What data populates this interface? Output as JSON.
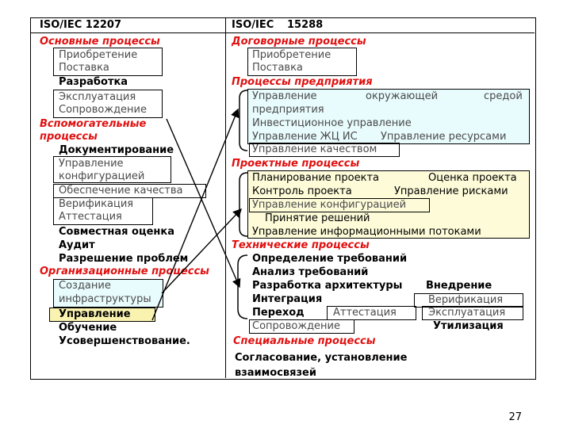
{
  "left": {
    "header": "ISO/IEC 12207",
    "main": {
      "title": "Основные процессы",
      "items": [
        "Приобретение",
        "Поставка",
        "Разработка",
        "Эксплуатация",
        "Сопровождение"
      ]
    },
    "support": {
      "title1": "Вспомогательные",
      "title2": "процессы",
      "items": [
        "Документирование",
        "Управление",
        "конфигурацией",
        "Обеспечение качества",
        "Верификация",
        "Аттестация",
        "Совместная оценка",
        "Аудит",
        "Разрешение проблем"
      ]
    },
    "org": {
      "title": "Организационные процессы",
      "items": [
        "Создание",
        "инфраструктуры",
        "Управление",
        "Обучение",
        "Усовершенствование."
      ]
    }
  },
  "right": {
    "header_a": "ISO/IEC",
    "header_b": "15288",
    "agreement": {
      "title": "Договорные процессы",
      "items": [
        "Приобретение",
        "Поставка"
      ]
    },
    "enterprise": {
      "title": "Процессы предприятия",
      "env_w1": "Управление",
      "env_w2": "окружающей",
      "env_w3": "средой",
      "env_w4": "предприятия",
      "investment": "Инвестиционное управление",
      "lifecycle": "Управление ЖЦ ИС",
      "resources": "Управление ресурсами",
      "quality": "Управление качеством"
    },
    "project": {
      "title": "Проектные процессы",
      "planning": "Планирование проекта",
      "assessment": "Оценка проекта",
      "control": "Контроль проекта",
      "risks": "Управление рисками",
      "config": "Управление конфигурацией",
      "decisions": "Принятие решений",
      "info": "Управление информационными потоками"
    },
    "technical": {
      "title": "Технические процессы",
      "req_def": "Определение требований",
      "req_anal": "Анализ требований",
      "arch": "Разработка архитектуры",
      "impl": "Внедрение",
      "integration": "Интеграция",
      "verification": "Верификация",
      "transition": "Переход",
      "validation": "Аттестация",
      "operation": "Эксплуатация",
      "maintenance": "Сопровождение",
      "disposal": "Утилизация"
    },
    "special": {
      "title": "Специальные процессы",
      "line1": "Согласование, установление",
      "line2": "взаимосвязей"
    }
  },
  "page_number": "27"
}
